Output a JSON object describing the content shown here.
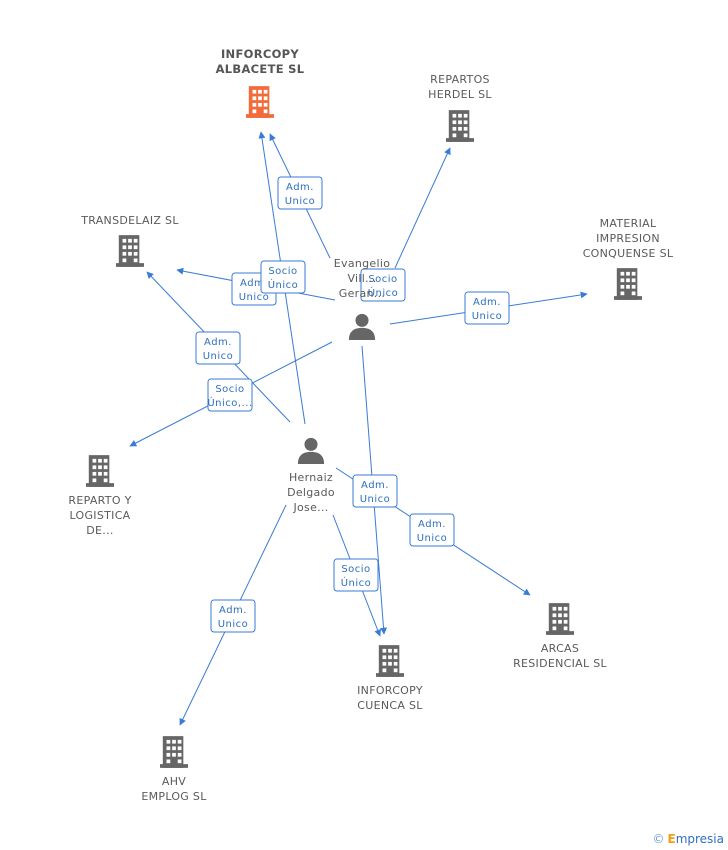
{
  "nodes": [
    {
      "id": "inforcopy_albacete",
      "kind": "company",
      "label": [
        "INFORCOPY",
        "ALBACETE SL"
      ],
      "main": true,
      "color": "#f26b3a"
    },
    {
      "id": "repartos_herdel",
      "kind": "company",
      "label": [
        "REPARTOS",
        "HERDEL SL"
      ],
      "color": "#666666"
    },
    {
      "id": "transdelaiz",
      "kind": "company",
      "label": [
        "TRANSDELAIZ SL"
      ],
      "color": "#666666"
    },
    {
      "id": "material_impresion",
      "kind": "company",
      "label": [
        "MATERIAL",
        "IMPRESION",
        "CONQUENSE SL"
      ],
      "color": "#666666"
    },
    {
      "id": "evangelio",
      "kind": "person",
      "label": [
        "Evangelio",
        "Vill...",
        "Geran..."
      ],
      "color": "#666666"
    },
    {
      "id": "hernaiz",
      "kind": "person",
      "label": [
        "Hernaiz",
        "Delgado",
        "Jose..."
      ],
      "color": "#666666"
    },
    {
      "id": "reparto_logistica",
      "kind": "company",
      "label": [
        "REPARTO Y",
        "LOGISTICA",
        "DE..."
      ],
      "color": "#666666"
    },
    {
      "id": "arcas",
      "kind": "company",
      "label": [
        "ARCAS",
        "RESIDENCIAL SL"
      ],
      "color": "#666666"
    },
    {
      "id": "inforcopy_cuenca",
      "kind": "company",
      "label": [
        "INFORCOPY",
        "CUENCA SL"
      ],
      "color": "#666666"
    },
    {
      "id": "ahv_emplog",
      "kind": "company",
      "label": [
        "AHV",
        "EMPLOG SL"
      ],
      "color": "#666666"
    }
  ],
  "edges": [
    {
      "from": "evangelio",
      "to": "inforcopy_albacete",
      "role": [
        "Adm.",
        "Unico"
      ]
    },
    {
      "from": "evangelio",
      "to": "repartos_herdel",
      "role": [
        "Socio",
        "Único"
      ]
    },
    {
      "from": "evangelio",
      "to": "material_impresion",
      "role": [
        "Adm.",
        "Unico"
      ]
    },
    {
      "from": "evangelio",
      "to": "transdelaiz",
      "role": [
        "Adm.",
        "Unico"
      ]
    },
    {
      "from": "evangelio",
      "to": "reparto_logistica",
      "role": [
        "Socio",
        "Único,..."
      ]
    },
    {
      "from": "evangelio",
      "to": "inforcopy_cuenca",
      "role": [
        "Adm.",
        "Unico"
      ]
    },
    {
      "from": "hernaiz",
      "to": "inforcopy_albacete",
      "role": [
        "Socio",
        "Único"
      ]
    },
    {
      "from": "hernaiz",
      "to": "transdelaiz",
      "role": [
        "Adm.",
        "Unico"
      ]
    },
    {
      "from": "hernaiz",
      "to": "arcas",
      "role": [
        "Adm.",
        "Unico"
      ]
    },
    {
      "from": "hernaiz",
      "to": "inforcopy_cuenca",
      "role": [
        "Socio",
        "Único"
      ]
    },
    {
      "from": "hernaiz",
      "to": "ahv_emplog",
      "role": [
        "Adm.",
        "Unico"
      ]
    }
  ],
  "footer": {
    "copyright": "©",
    "brand_initial": "E",
    "brand_rest": "mpresia"
  },
  "colors": {
    "edge": "#3a7bd5",
    "main_company": "#f26b3a",
    "node": "#666666"
  }
}
